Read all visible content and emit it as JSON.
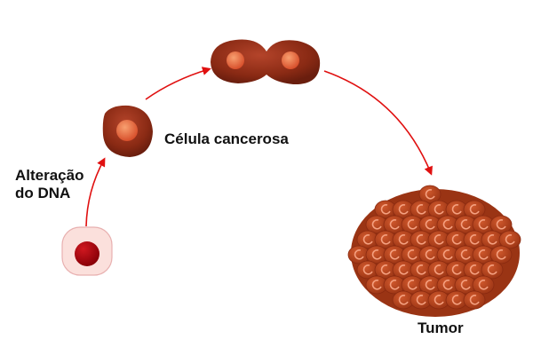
{
  "labels": {
    "dna_change": "Alteração\ndo DNA",
    "dna_line1": "Alteração",
    "dna_line2": "do DNA",
    "cancer_cell": "Célula cancerosa",
    "tumor": "Tumor"
  },
  "colors": {
    "arrow": "#e01010",
    "normal_cell_fill": "#fbe0dc",
    "normal_cell_border": "#e8a8a8",
    "normal_nucleus": "#a00810",
    "cancer_cell_fill": "#8a2a14",
    "cancer_nucleus": "#e46a40",
    "tumor_cell": "#b8401a"
  },
  "stages": [
    "normal-cell",
    "cancer-cell",
    "dividing-cell",
    "tumor"
  ]
}
